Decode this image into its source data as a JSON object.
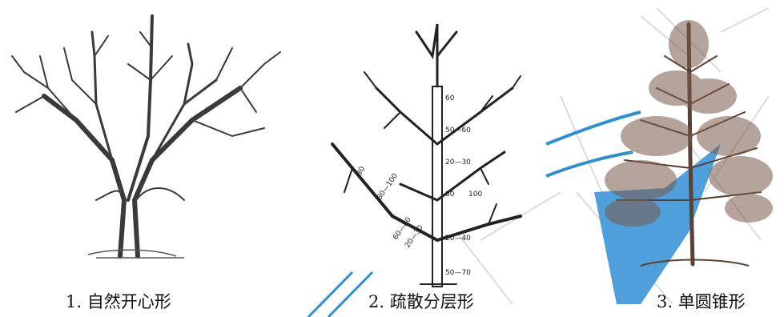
{
  "figures": [
    {
      "id": "open-center",
      "caption": "1. 自然开心形"
    },
    {
      "id": "sparse-layered",
      "caption": "2. 疏散分层形",
      "scale_labels": [
        "60",
        "50—60",
        "20—30",
        "80",
        "100",
        "20—40",
        "50—70",
        "30",
        "80—100",
        "60—80",
        "20—30"
      ]
    },
    {
      "id": "single-cone",
      "caption": "3. 单圆锥形"
    }
  ],
  "colors": {
    "branch": "#3a3a3a",
    "watermark_blue": "#2f8fd0",
    "watermark_gray": "#d6d6d6",
    "foliage": "#7a5a4a"
  }
}
